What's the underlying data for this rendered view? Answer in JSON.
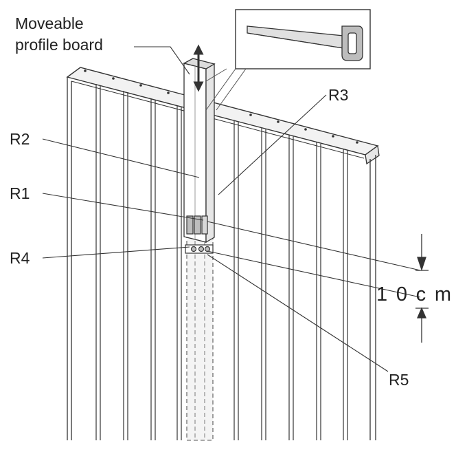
{
  "labels": {
    "profile_line1": "Moveable",
    "profile_line2": "profile board",
    "r1": "R1",
    "r2": "R2",
    "r3": "R3",
    "r4": "R4",
    "r5": "R5",
    "dimension": "10cm"
  },
  "colors": {
    "line": "#333333",
    "panel": "#ffffff",
    "highlight": "#e6e6e6",
    "shade": "#bdbdbd"
  },
  "icons": {
    "inset": "saw-icon",
    "motion": "double-arrow-icon"
  }
}
